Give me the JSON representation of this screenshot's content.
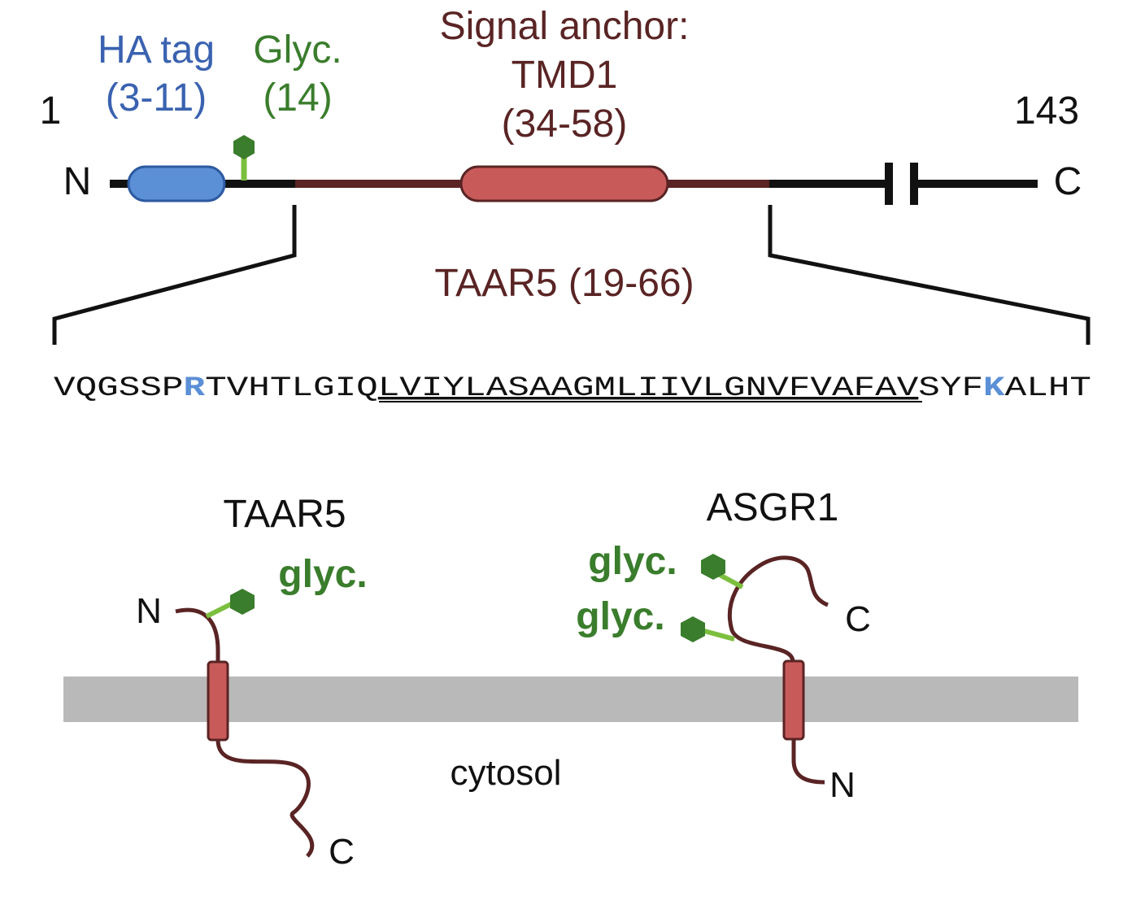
{
  "colors": {
    "ha": "#5b8fd6",
    "ha_text": "#3a62b0",
    "glyc": "#3a7d2c",
    "glyc_stem": "#7cbf3f",
    "tmd": "#c95a5a",
    "tmd_line": "#5a2424",
    "membrane": "#b9b9b9",
    "seq_highlight": "#5b8fd6",
    "black": "#111111"
  },
  "construct": {
    "start_residue": "1",
    "end_residue": "143",
    "n_term": "N",
    "c_term": "C",
    "ha_tag": {
      "name": "HA tag",
      "range": "(3-11)"
    },
    "glyc": {
      "name": "Glyc.",
      "position": "(14)"
    },
    "tmd": {
      "name": "Signal anchor:",
      "name2": "TMD1",
      "range": "(34-58)"
    },
    "taar5_segment": "TAAR5 (19-66)"
  },
  "sequence": {
    "pre": "VQGSSP",
    "hl1": "R",
    "mid": "TVHTLGIQ",
    "underlined": "LVIYLASAAGMLIIVLGNVFVAFAV",
    "post": "SYF",
    "hl2": "K",
    "end": "ALHT"
  },
  "topology": {
    "taar5": {
      "title": "TAAR5",
      "glyc_label": "glyc.",
      "n_label": "N",
      "c_label": "C"
    },
    "asgr1": {
      "title": "ASGR1",
      "glyc_label_1": "glyc.",
      "glyc_label_2": "glyc.",
      "n_label": "N",
      "c_label": "C"
    },
    "cytosol_label": "cytosol"
  }
}
